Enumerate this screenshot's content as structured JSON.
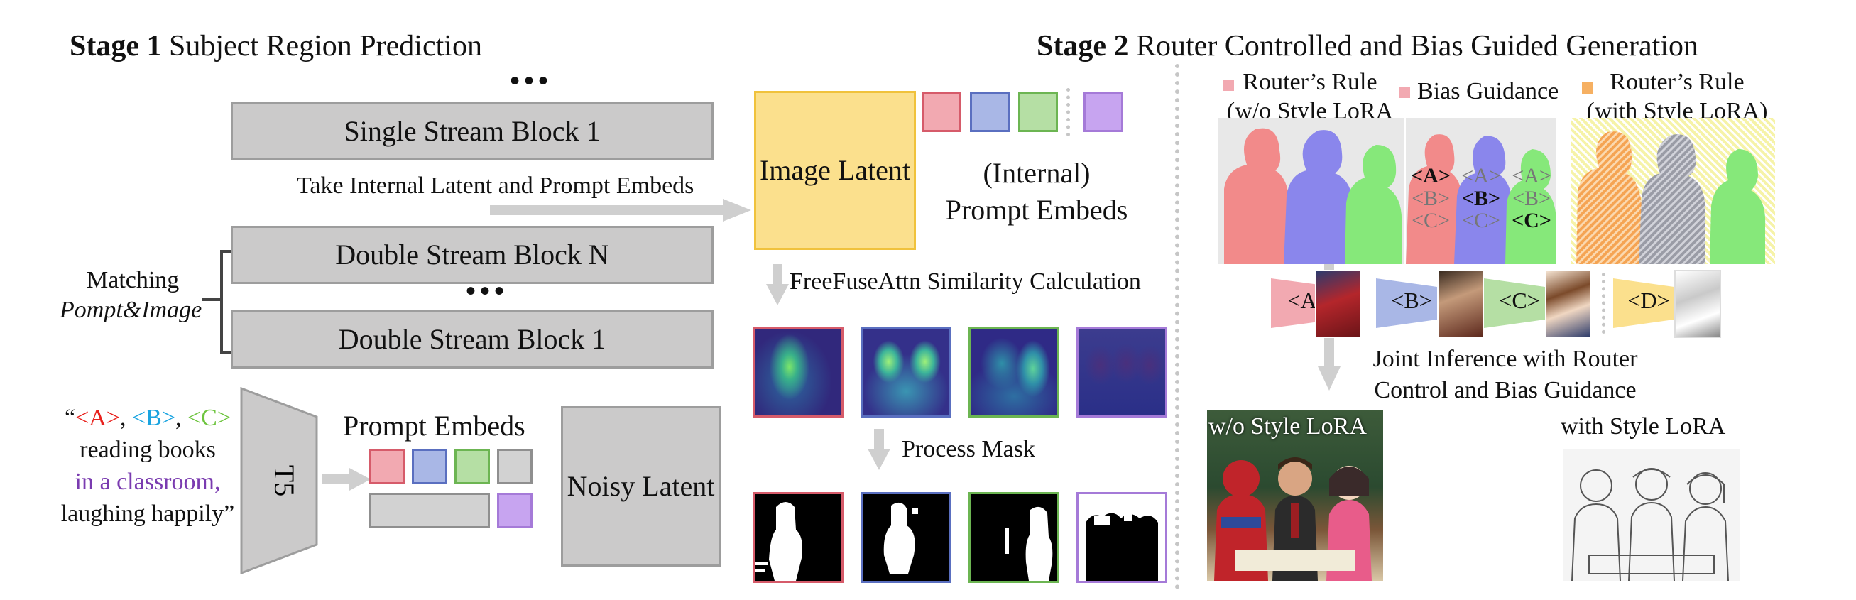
{
  "stage1": {
    "title_bold": "Stage 1",
    "title_rest": "Subject Region Prediction",
    "ellipsis": "•••",
    "single_block": "Single Stream Block 1",
    "take_label": "Take Internal Latent and Prompt Embeds",
    "double_block_n": "Double Stream Block N",
    "double_block_1": "Double Stream Block 1",
    "matching": "Matching",
    "matching_italic": "Pompt&Image",
    "prompt": {
      "open_quote": "“",
      "a": "<A>",
      "comma": ", ",
      "b": "<B>",
      "c": "<C>",
      "line2": "reading books",
      "line3": "in a classroom,",
      "line4": "laughing happily”"
    },
    "t5_label": "T5",
    "prompt_embeds": "Prompt Embeds",
    "noisy_latent": "Noisy Latent",
    "image_latent": "Image Latent",
    "internal_line1": "(Internal)",
    "internal_line2": "Prompt Embeds",
    "similarity": "FreeFuseAttn Similarity Calculation",
    "process_mask": "Process Mask"
  },
  "stage2": {
    "title_bold": "Stage 2",
    "title_rest": "Router Controlled and Bias Guided Generation",
    "rule_no_style_1": "Router’s Rule",
    "rule_no_style_2": "(w/o Style LoRA",
    "bias_guidance": "Bias Guidance",
    "rule_style_1": "Router’s Rule",
    "rule_style_2": "(with Style LoRA)",
    "tok_a": "<A>",
    "tok_b": "<B>",
    "tok_c": "<C>",
    "lora_a": "<A>",
    "lora_b": "<B>",
    "lora_c": "<C>",
    "lora_d": "<D>",
    "joint_1": "Joint Inference with Router",
    "joint_2": "Control and Bias Guidance",
    "out_no_style": "w/o Style LoRA",
    "out_style": "with Style LoRA"
  },
  "colors": {
    "subject_a": "#e8201c",
    "subject_b": "#1aa4e0",
    "subject_c": "#6ec43f",
    "context": "#7a3bb0",
    "latent": "#fbe08d",
    "block_gray": "#cbcaca"
  }
}
